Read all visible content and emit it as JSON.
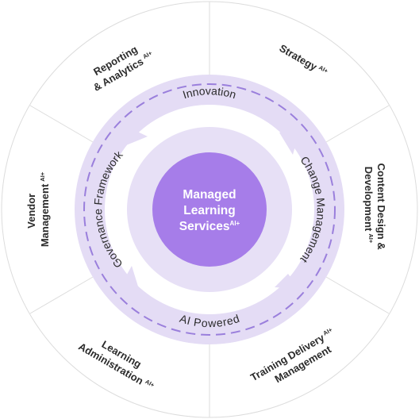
{
  "center": {
    "line1": "Managed",
    "line2": "Learning",
    "line3": "Services",
    "superscript": "AI+"
  },
  "inner_ring": {
    "top": "Innovation",
    "right": "Change Management",
    "bottom": "AI Powered",
    "left": "Governance Framework"
  },
  "segments": [
    {
      "lines": [
        "Strategy"
      ],
      "badge": "AI+"
    },
    {
      "lines": [
        "Content Design &",
        "Development"
      ],
      "badge": "AI+"
    },
    {
      "lines": [
        "Training Delivery",
        "Management"
      ],
      "badge": "AI+"
    },
    {
      "lines": [
        "Learning",
        "Administration"
      ],
      "badge": "AI+"
    },
    {
      "lines": [
        "Vendor",
        "Management"
      ],
      "badge": "AI+"
    },
    {
      "lines": [
        "Reporting",
        "& Analytics"
      ],
      "badge": "AI+"
    }
  ],
  "colors": {
    "outer_ring_fill": "#ffffff",
    "outer_ring_stroke": "#dcdcdc",
    "band_fill": "#e4dcf5",
    "dash_stroke": "#9a7fdc",
    "inner_disc": "#e7e0f6",
    "center_fill": "#a67de9",
    "text": "#2b2b2b"
  }
}
